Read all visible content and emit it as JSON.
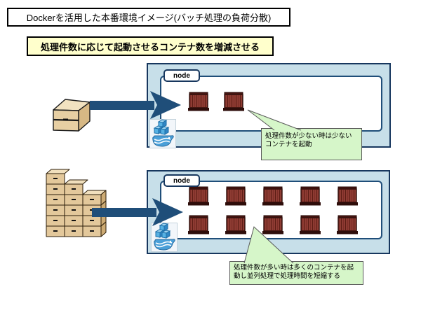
{
  "title": "Dockerを活用した本番環境イメージ(バッチ処理の負荷分散)",
  "subtitle": "処理件数に応じて起動させるコンテナ数を増減させる",
  "nodes": {
    "small": {
      "label": "node",
      "container_count": 2,
      "callout": {
        "line1": "処理件数が少ない時は少ない",
        "line2": "コンテナを起動"
      }
    },
    "large": {
      "label": "node",
      "container_count": 10,
      "callout": {
        "line1": "処理件数が多い時は多くのコンテナを起",
        "line2": "動し並列処理で処理時間を短縮する"
      }
    }
  },
  "icons": {
    "docker": "docker-logo-icon",
    "container": "container-icon",
    "single_box": "cardboard-box-icon",
    "stacked_boxes": "stacked-boxes-icon",
    "arrow": "arrow-right-icon"
  },
  "colors": {
    "navy": "#1f4e79",
    "node_border": "#17375e",
    "node_fill": "#c7dfe9",
    "bubble_fill": "#d6f6c9",
    "bubble_border": "#595959",
    "subtitle_fill": "#ffffcc",
    "container_body": "#7b2c26",
    "box_tan": "#e3c89b"
  }
}
